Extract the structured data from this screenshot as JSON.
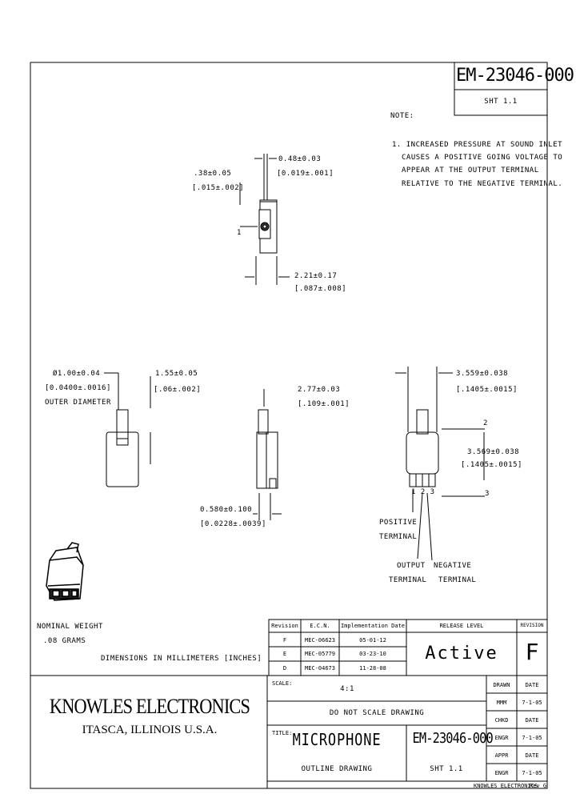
{
  "header": {
    "doc_number": "EM-23046-000",
    "sheet": "SHT 1.1"
  },
  "notes": {
    "title": "NOTE:",
    "lines": [
      "1. INCREASED PRESSURE AT SOUND INLET",
      "CAUSES A POSITIVE GOING VOLTAGE TO",
      "APPEAR AT THE OUTPUT TERMINAL",
      "RELATIVE TO THE NEGATIVE TERMINAL."
    ]
  },
  "top_view": {
    "dim_thickness": [
      "0.48±0.03",
      "[0.019±.001]"
    ],
    "dim_left": [
      ".38±0.05",
      "[.015±.002]"
    ],
    "dim_width": [
      "2.21±0.17",
      "[.087±.008]"
    ],
    "center_mark": "1"
  },
  "front_view": {
    "dim_diameter": [
      "Ø1.00±0.04",
      "[0.0400±.0016]",
      "OUTER DIAMETER"
    ],
    "dim_tube": [
      "1.55±0.05",
      "[.06±.002]"
    ]
  },
  "side_view": {
    "dim_top": [
      "2.77±0.03",
      "[.109±.001]"
    ],
    "dim_bottom": [
      "0.580±0.100",
      "[0.0228±.0039]"
    ]
  },
  "right_view": {
    "dim_top": [
      "3.559±0.038",
      "[.1405±.0015]"
    ],
    "dim_side": [
      "3.569±0.038",
      "[.1405±.0015]"
    ],
    "mark_2": "2",
    "mark_3": "3",
    "pin_labels": "1 2 3",
    "positive_terminal": [
      "POSITIVE",
      "TERMINAL"
    ],
    "output": [
      "OUTPUT",
      "TERMINAL"
    ],
    "negative": [
      "NEGATIVE",
      "TERMINAL"
    ]
  },
  "weight": [
    "NOMINAL WEIGHT",
    ".08 GRAMS"
  ],
  "dimensions_note": "DIMENSIONS IN MILLIMETERS [INCHES]",
  "revision_table": {
    "headers": [
      "Revision",
      "E.C.N.",
      "Implementation Date"
    ],
    "rows": [
      [
        "F",
        "MEC-06623",
        "05-01-12"
      ],
      [
        "E",
        "MEC-05779",
        "03-23-10"
      ],
      [
        "D",
        "MEC-04673",
        "11-28-08"
      ]
    ],
    "release_label": "RELEASE LEVEL",
    "release_value": "Active",
    "revision_label": "REVISION",
    "revision_value": "F"
  },
  "title_block": {
    "company": "KNOWLES ELECTRONICS",
    "location": "ITASCA, ILLINOIS U.S.A.",
    "scale_label": "SCALE:",
    "scale_value": "4:1",
    "do_not_scale": "DO NOT SCALE DRAWING",
    "title_label": "TITLE:",
    "title": "MICROPHONE",
    "doc_number": "EM-23046-000",
    "subtitle": "OUTLINE DRAWING",
    "sheet": "SHT 1.1",
    "side_rows": [
      [
        "DRAWN",
        "DATE"
      ],
      [
        "MMM",
        "7-1-05"
      ],
      [
        "CHKD",
        "DATE"
      ],
      [
        "ENGR",
        "7-1-05"
      ],
      [
        "APPR",
        "DATE"
      ],
      [
        "ENGR",
        "7-1-05"
      ]
    ],
    "footer_left": "KNOWLES ELECTRONICS",
    "footer_right": "Rev G"
  }
}
